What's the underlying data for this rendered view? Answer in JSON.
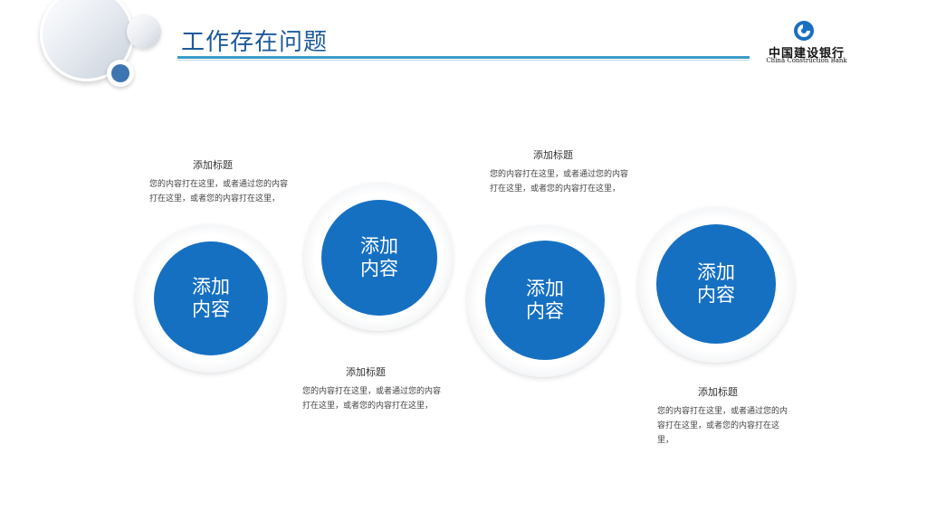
{
  "header": {
    "title": "工作存在问题"
  },
  "logo": {
    "name_cn": "中国建设银行",
    "name_en": "China Construction Bank",
    "brand_color": "#1a6fc0"
  },
  "nodes": [
    {
      "label": "添加\n内容",
      "caption_title": "添加标题",
      "caption_text": "您的内容打在这里，或者通过您的内容打在这里，或者您的内容打在这里，"
    },
    {
      "label": "添加\n内容",
      "caption_title": "添加标题",
      "caption_text": "您的内容打在这里，或者通过您的内容打在这里，或者您的内容打在这里，"
    },
    {
      "label": "添加\n内容",
      "caption_title": "添加标题",
      "caption_text": "您的内容打在这里，或者通过您的内容打在这里，或者您的内容打在这里，"
    },
    {
      "label": "添加\n内容",
      "caption_title": "添加标题",
      "caption_text": "您的内容打在这里，或者通过您的内容打在这里，或者您的内容打在这里，"
    }
  ],
  "colors": {
    "accent": "#1670c2",
    "title_rule": "#3a9bc8",
    "title_text": "#1c5a9a"
  }
}
